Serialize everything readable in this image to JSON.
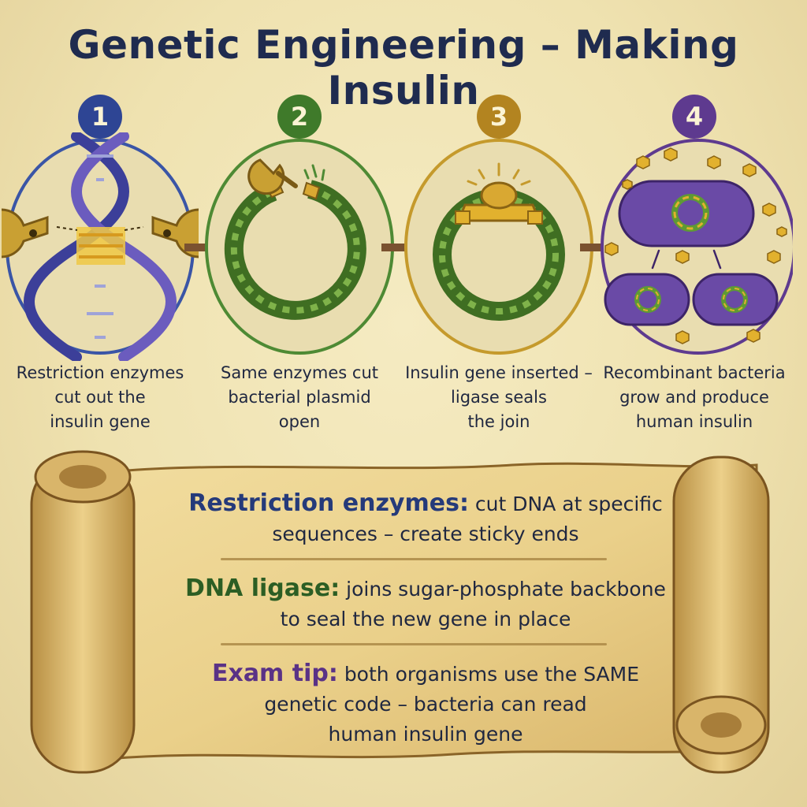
{
  "title": "Genetic Engineering – Making Insulin",
  "steps": [
    {
      "number": "1",
      "color": "#2e4594",
      "caption": [
        "Restriction enzymes",
        "cut out the",
        "insulin gene"
      ]
    },
    {
      "number": "2",
      "color": "#3f7a2a",
      "caption": [
        "Same enzymes cut",
        "bacterial plasmid",
        "open"
      ]
    },
    {
      "number": "3",
      "color": "#b38420",
      "caption": [
        "Insulin gene inserted –",
        "ligase seals",
        "the join"
      ]
    },
    {
      "number": "4",
      "color": "#5e3a8f",
      "caption": [
        "Recombinant bacteria",
        "grow and produce",
        "human insulin"
      ]
    }
  ],
  "notes": [
    {
      "term": "Restriction enzymes:",
      "lines": [
        "cut DNA at specific",
        "sequences – create sticky ends"
      ]
    },
    {
      "term": "DNA ligase:",
      "lines": [
        "joins sugar-phosphate backbone",
        "to seal the new gene in place"
      ]
    },
    {
      "term": "Exam tip:",
      "lines": [
        "both organisms use the SAME",
        "genetic code – bacteria can read",
        "human insulin gene"
      ]
    }
  ],
  "colors": {
    "ink": "#1f2740",
    "blue": "#2e4594",
    "green": "#3f7a2a",
    "gold": "#b38420",
    "purple": "#5e3a8f",
    "arrow": "#7a5230"
  }
}
